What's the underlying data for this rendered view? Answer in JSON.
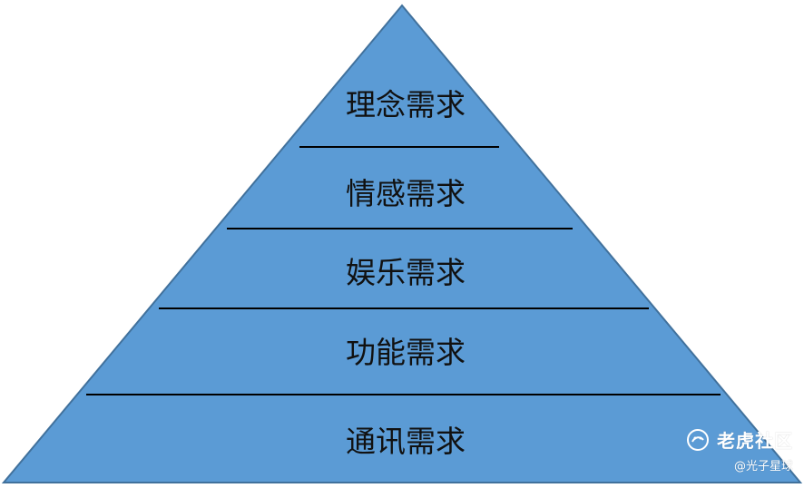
{
  "diagram": {
    "layers": [
      {
        "label": "理念需求"
      },
      {
        "label": "情感需求"
      },
      {
        "label": "娱乐需求"
      },
      {
        "label": "功能需求"
      },
      {
        "label": "通讯需求"
      }
    ],
    "fill_color": "#5b9bd5",
    "stroke_color": "#41719c",
    "divider_color": "#000000"
  },
  "watermark": {
    "brand": "老虎社区",
    "subtitle": "@光子星球",
    "icon": "tiger-logo-icon"
  }
}
